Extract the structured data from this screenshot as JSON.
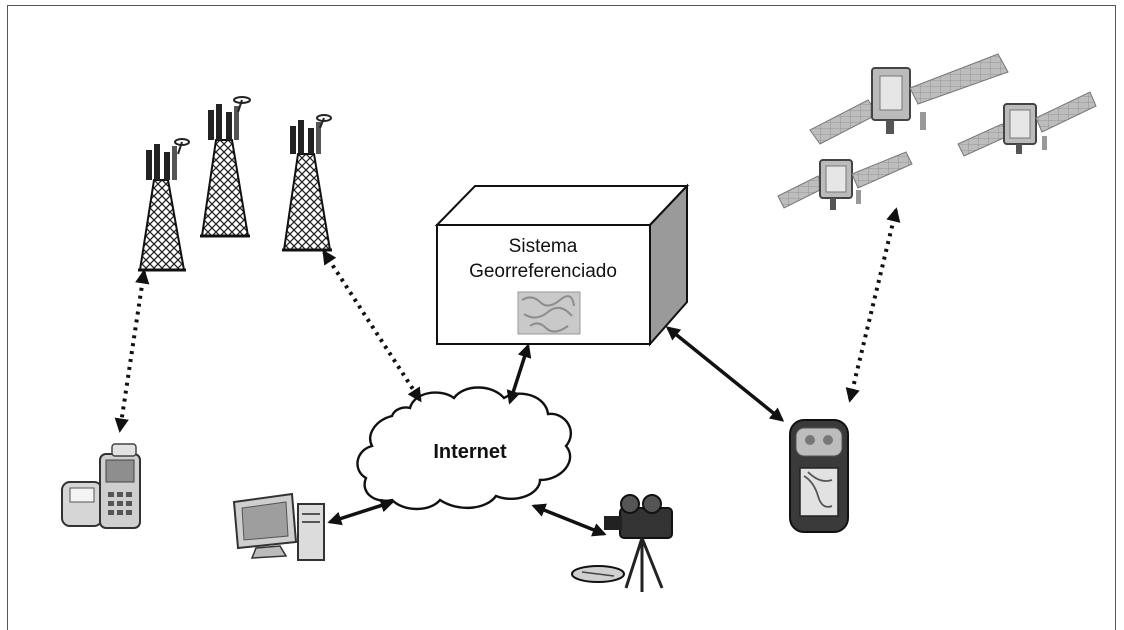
{
  "diagram": {
    "box_label_line1": "Sistema",
    "box_label_line2": "Georreferenciado",
    "cloud_label": "Internet"
  },
  "nodes": [
    {
      "id": "cell-towers",
      "icon": "cell-tower-icon",
      "count": 3
    },
    {
      "id": "mobile-phones",
      "icon": "mobile-phone-icon"
    },
    {
      "id": "desktop-computer",
      "icon": "desktop-computer-icon"
    },
    {
      "id": "surveillance-camera",
      "icon": "camera-tripod-icon"
    },
    {
      "id": "gps-receiver",
      "icon": "gps-device-icon"
    },
    {
      "id": "satellites",
      "icon": "satellite-icon",
      "count": 3
    }
  ],
  "links": [
    {
      "from": "cell-towers",
      "to": "mobile-phones",
      "style": "dotted"
    },
    {
      "from": "cell-towers",
      "to": "internet",
      "style": "dotted"
    },
    {
      "from": "internet",
      "to": "sistema-georreferenciado",
      "style": "solid"
    },
    {
      "from": "internet",
      "to": "desktop-computer",
      "style": "solid"
    },
    {
      "from": "internet",
      "to": "surveillance-camera",
      "style": "solid"
    },
    {
      "from": "sistema-georreferenciado",
      "to": "gps-receiver",
      "style": "solid"
    },
    {
      "from": "satellites",
      "to": "gps-receiver",
      "style": "dotted"
    }
  ],
  "colors": {
    "line": "#111111",
    "device_fill": "#cfcfcf",
    "dark": "#333333"
  }
}
